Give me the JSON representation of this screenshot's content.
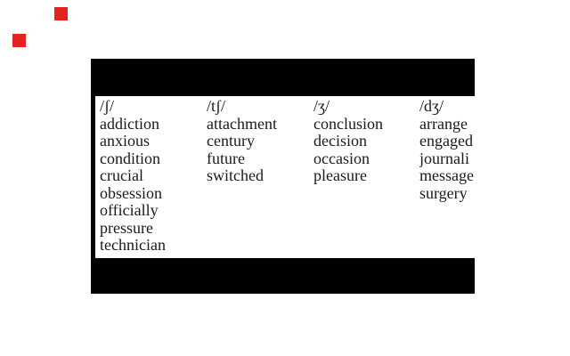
{
  "colors": {
    "background": "#ffffff",
    "bar_black": "#000000",
    "text": "#1a1a1a",
    "marker_red": "#e32222"
  },
  "markers": {
    "description": "two small red squares at top-left of page",
    "count": 2
  },
  "worksheet": {
    "kind": "phonetics-consonant-sounds-table",
    "columns": [
      {
        "header": "/ʃ/",
        "words": [
          "addiction",
          "anxious",
          "condition",
          "crucial",
          "obsession",
          "officially",
          "pressure",
          "technician"
        ]
      },
      {
        "header": "/tʃ/",
        "words": [
          "attachment",
          "century",
          "future",
          "switched"
        ]
      },
      {
        "header": "/ʒ/",
        "words": [
          "conclusion",
          "decision",
          "occasion",
          "pleasure"
        ]
      },
      {
        "header": "/dʒ/",
        "words": [
          "arrange",
          "engaged",
          "journali",
          "message",
          "surgery"
        ]
      }
    ]
  }
}
